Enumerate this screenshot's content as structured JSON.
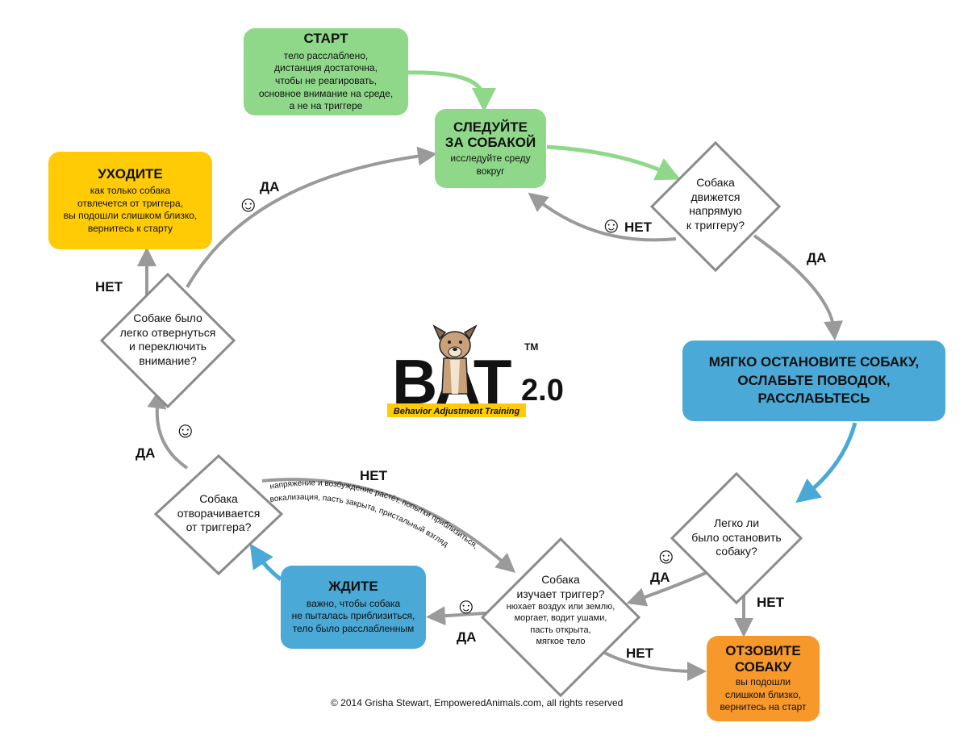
{
  "colors": {
    "green": "#8fd88a",
    "yellow": "#ffcb05",
    "blue": "#4aa9d6",
    "orange": "#f7982a",
    "arrow_gray": "#9a9a9a"
  },
  "start": {
    "title": "СТАРТ",
    "lines": [
      "тело расслаблено,",
      "дистанция достаточна,",
      "чтобы не реагировать,",
      "основное внимание на среде,",
      "а не на триггере"
    ]
  },
  "follow": {
    "title_lines": [
      "СЛЕДУЙТЕ",
      "ЗА СОБАКОЙ"
    ],
    "lines": [
      "исследуйте среду",
      "вокруг"
    ]
  },
  "walk_away": {
    "title": "УХОДИТЕ",
    "lines": [
      "как только собака",
      "отвлечется от триггера,",
      "вы подошли слишком близко,",
      "вернитесь к старту"
    ]
  },
  "stop": {
    "lines": [
      "МЯГКО ОСТАНОВИТЕ СОБАКУ,",
      "ОСЛАБЬТЕ ПОВОДОК,",
      "РАССЛАБЬТЕСЬ"
    ]
  },
  "wait": {
    "title": "ЖДИТЕ",
    "lines": [
      "важно, чтобы собака",
      "не пыталась приблизиться,",
      "тело было расслабленным"
    ]
  },
  "recall": {
    "title_lines": [
      "ОТЗОВИТЕ",
      "СОБАКУ"
    ],
    "lines": [
      "вы подошли",
      "слишком близко,",
      "вернитесь на старт"
    ]
  },
  "decisions": {
    "moves": {
      "lines": [
        "Собака",
        "движется",
        "напрямую",
        "к триггеру?"
      ]
    },
    "easy_turn": {
      "lines": [
        "Собаке было",
        "легко отвернуться",
        "и переключить",
        "внимание?"
      ]
    },
    "easy_stop": {
      "lines": [
        "Легко ли",
        "было остановить",
        "собаку?"
      ]
    },
    "turns_away": {
      "lines": [
        "Собака",
        "отворачивается",
        "от триггера?"
      ]
    },
    "studies": {
      "title_lines": [
        "Собака",
        "изучает триггер?"
      ],
      "lines": [
        "нюхает воздух или землю,",
        "моргает, водит ушами,",
        "пасть открыта,",
        "мягкое тело"
      ]
    }
  },
  "labels": {
    "yes": "ДА",
    "no": "НЕТ",
    "smile": "☺"
  },
  "curved_note": {
    "line1": "напряжение и возбуждение растёт, попытки приблизиться,",
    "line2": "вокализация, пасть закрыта, пристальный взгляд"
  },
  "logo": {
    "main": "BAT",
    "version": "2.0",
    "tm": "TM",
    "tagline": "Behavior Adjustment Training"
  },
  "copyright": "© 2014 Grisha Stewart, EmpoweredAnimals.com, all rights reserved"
}
